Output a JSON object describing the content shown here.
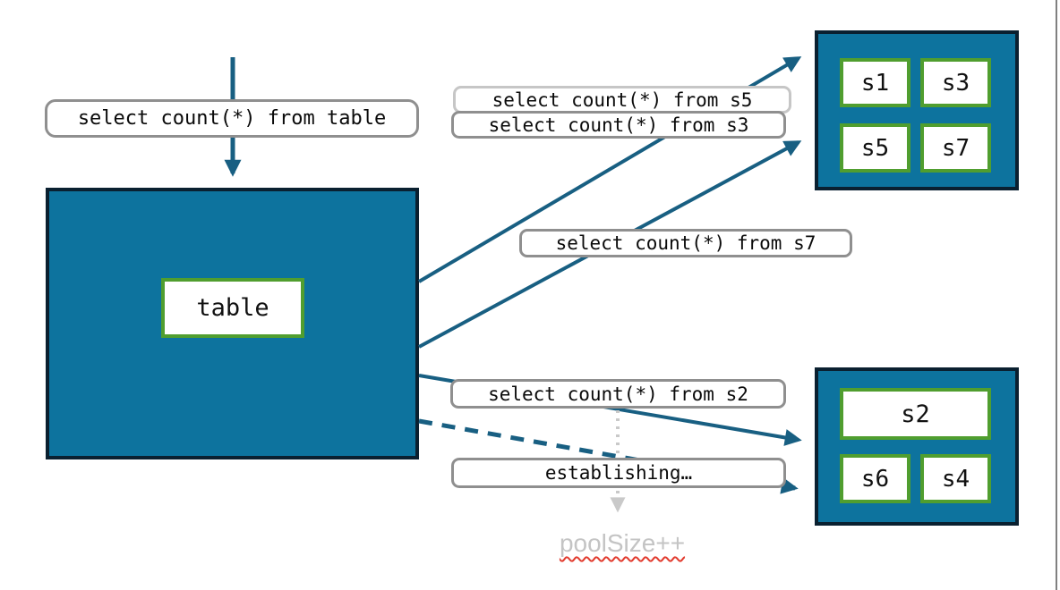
{
  "labels": {
    "query_table": "select count(*) from table",
    "query_s5": "select count(*) from s5",
    "query_s3": "select count(*) from s3",
    "query_s7": "select count(*) from s7",
    "query_s2": "select count(*) from s2",
    "establishing": "establishing…",
    "pool_size": "poolSize++"
  },
  "nodes": {
    "source": {
      "label": "table"
    },
    "group_top": {
      "shards": [
        "s1",
        "s3",
        "s5",
        "s7"
      ]
    },
    "group_bottom": {
      "shards": [
        "s2",
        "s6",
        "s4"
      ]
    }
  },
  "connections": [
    {
      "from": "offscreen-top",
      "to": "table",
      "label": "select count(*) from table",
      "style": "solid"
    },
    {
      "from": "table",
      "to": "shard-group-top",
      "label": "select count(*) from s5",
      "style": "solid"
    },
    {
      "from": "table",
      "to": "shard-group-top",
      "label": "select count(*) from s3",
      "style": "solid"
    },
    {
      "from": "table",
      "to": "shard-group-top",
      "label": "select count(*) from s7",
      "style": "solid"
    },
    {
      "from": "table",
      "to": "shard-group-bottom",
      "label": "select count(*) from s2",
      "style": "solid"
    },
    {
      "from": "table",
      "to": "shard-group-bottom",
      "label": "establishing…",
      "style": "dashed"
    },
    {
      "from": "query_s2_label",
      "to": "poolSize++",
      "style": "dotted"
    }
  ],
  "colors": {
    "node_fill": "#0d739e",
    "node_border": "#0a2030",
    "shard_border": "#509e2f",
    "arrow": "#185f82",
    "label_border": "#8f8f8f",
    "label_border_light": "#c6c6c6",
    "muted_text": "#c4c4c4",
    "dotted_arrow": "#c9c9c9",
    "spellcheck_underline": "#e23b2e"
  }
}
